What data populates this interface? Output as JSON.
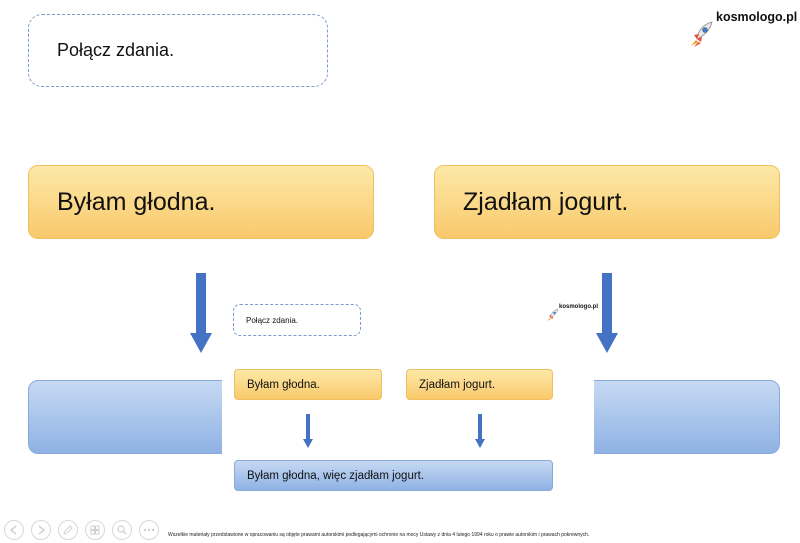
{
  "instruction": {
    "label": "Połącz zdania."
  },
  "logo": {
    "text": "kosmologo.pl",
    "icon": "rocket-icon"
  },
  "sentence_left": "Byłam głodna.",
  "sentence_right": "Zjadłam jogurt.",
  "inner_slide": {
    "instruction": "Połącz zdania.",
    "logo_text": "kosmologo.pl",
    "sentence_left": "Byłam głodna.",
    "sentence_right": "Zjadłam jogurt.",
    "result": "Byłam głodna, więc zjadłam jogurt."
  },
  "footer": {
    "text": "Wszelkie materiały przedstawione w opracowaniu są objęte prawami autorskimi podlegającymi ochronie na mocy Ustawy z dnia 4 lutego 1994 roku o prawie autorskim i prawach pokrewnych."
  },
  "toolbar": {
    "buttons": [
      {
        "name": "toolbar-back-button",
        "icon": "arrow-left-icon"
      },
      {
        "name": "toolbar-forward-button",
        "icon": "arrow-right-icon"
      },
      {
        "name": "toolbar-pen-button",
        "icon": "pen-icon"
      },
      {
        "name": "toolbar-slides-button",
        "icon": "slides-icon"
      },
      {
        "name": "toolbar-zoom-button",
        "icon": "zoom-icon"
      },
      {
        "name": "toolbar-more-button",
        "icon": "more-icon"
      }
    ]
  },
  "colors": {
    "arrow": "#4472c4",
    "orange_box": "#f9c96b",
    "blue_box": "#a9c4eb",
    "dash_border": "#7a9ccc"
  }
}
